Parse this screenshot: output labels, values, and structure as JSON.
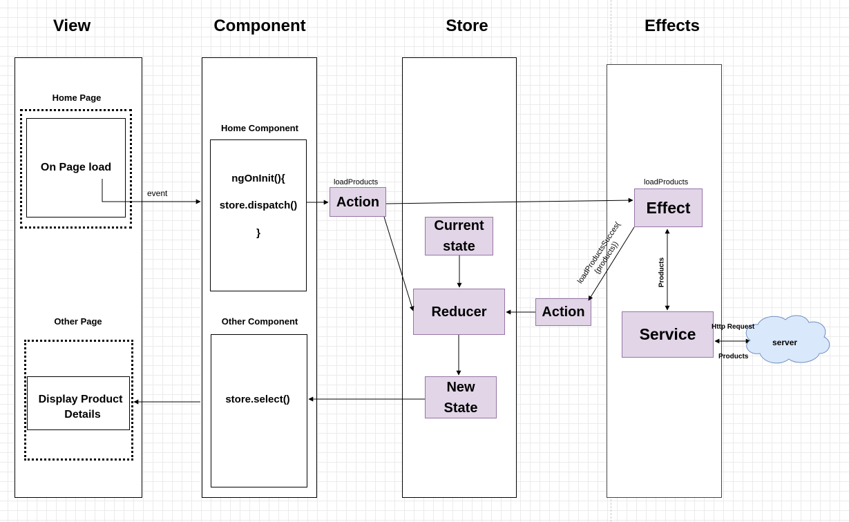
{
  "headings": {
    "view": "View",
    "component": "Component",
    "store": "Store",
    "effects": "Effects"
  },
  "view": {
    "home_page_label": "Home Page",
    "on_page_load": "On Page load",
    "other_page_label": "Other Page",
    "display_product_line1": "Display Product",
    "display_product_line2": "Details"
  },
  "component": {
    "home_component_label": "Home Component",
    "ng_on_init": "ngOnInit(){",
    "store_dispatch": "store.dispatch()",
    "close_brace": "}",
    "other_component_label": "Other Component",
    "store_select": "store.select()"
  },
  "store": {
    "action_label": "loadProducts",
    "action": "Action",
    "current_state_line1": "Current",
    "current_state_line2": "state",
    "reducer": "Reducer",
    "new_state_line1": "New",
    "new_state_line2": "State",
    "action2": "Action"
  },
  "effects": {
    "effect_label": "loadProducts",
    "effect": "Effect",
    "service": "Service",
    "server": "server",
    "products_vertical": "Products",
    "success_line1": "loadProductsSucces(",
    "success_line2": "{products})",
    "http_request": "Http Request",
    "products_response": "Products"
  },
  "edges": {
    "event": "event"
  },
  "colors": {
    "purple_fill": "#e1d5e7",
    "purple_stroke": "#9673a6",
    "cloud_fill": "#dae8fc",
    "cloud_stroke": "#6c8ebf"
  }
}
